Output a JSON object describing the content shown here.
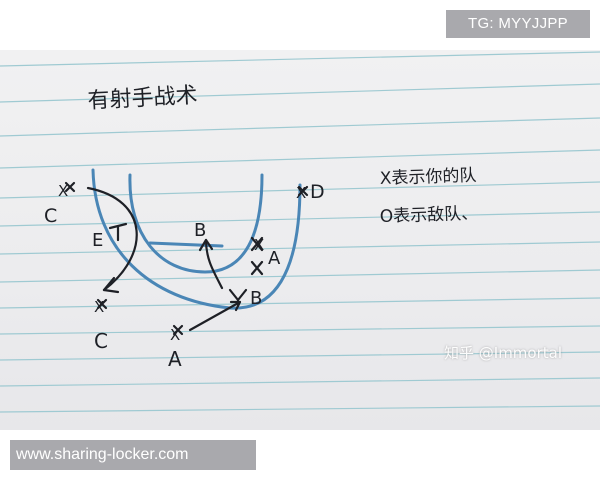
{
  "banner_top": "TG: MYYJJPP",
  "banner_bottom": "www.sharing-locker.com",
  "watermark": "知乎 @Immortal",
  "note": {
    "title": "有射手战术",
    "legend_x": "X表示你的队",
    "legend_o": "O表示敌队、"
  },
  "diagram_labels": {
    "c_top": "C",
    "x_top_left": "X",
    "d_label": "D",
    "x_d": "X",
    "e_label": "E",
    "b_upper": "B",
    "a_right": "A",
    "x_a_right": "X",
    "b_lower": "B",
    "x_c_lower": "X",
    "c_lower": "C",
    "x_a_lower": "X",
    "a_lower": "A"
  },
  "colors": {
    "ink": "#1e2026",
    "blue_pen": "#4a86b6",
    "paper_line": "#9fcad2",
    "margin_red": "#d9a3a8"
  }
}
